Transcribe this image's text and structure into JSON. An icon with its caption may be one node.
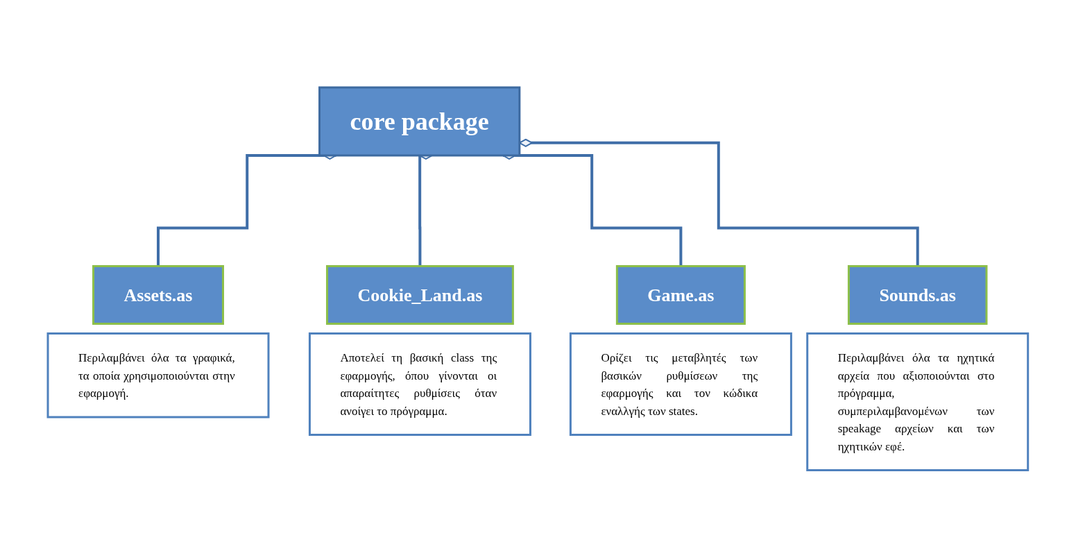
{
  "diagram": {
    "nodes": [
      {
        "text": [
          "core package"
        ]
      },
      {
        "text": [
          "Assets.as"
        ]
      },
      {
        "text": [
          "Περιλαμβάνει όλα τα γραφικά, τα οποία χρησιμοποιούνται στην εφαρμογή."
        ]
      },
      {
        "text": [
          "Cookie_Land.as"
        ]
      },
      {
        "text": [
          "Αποτελεί τη βασική class της εφαρμογής, όπου γίνονται οι απαραίτητες ρυθμίσεις όταν ανοίγει το πρόγραμμα."
        ]
      },
      {
        "text": [
          "Game.as"
        ]
      },
      {
        "text": [
          "Ορίζει τις μεταβλητές των βασικών ρυθμίσεων της εφαρμογής και τον κώδικα εναλλγής των states."
        ]
      },
      {
        "text": [
          "Sounds.as"
        ]
      },
      {
        "text": [
          "Περιλαμβάνει όλα τα ηχητικά αρχεία που αξιοποιούνται στο πρόγραμμα, συμπεριλαμβανομένων των speakage αρχείων και των ηχητικών εφέ."
        ]
      }
    ],
    "edges": [
      {
        "from": 0,
        "to": 1,
        "arrow": "other"
      },
      {
        "from": 0,
        "to": 3,
        "arrow": "other"
      },
      {
        "from": 0,
        "to": 5,
        "arrow": "other"
      },
      {
        "from": 0,
        "to": 7,
        "arrow": "other"
      }
    ]
  }
}
